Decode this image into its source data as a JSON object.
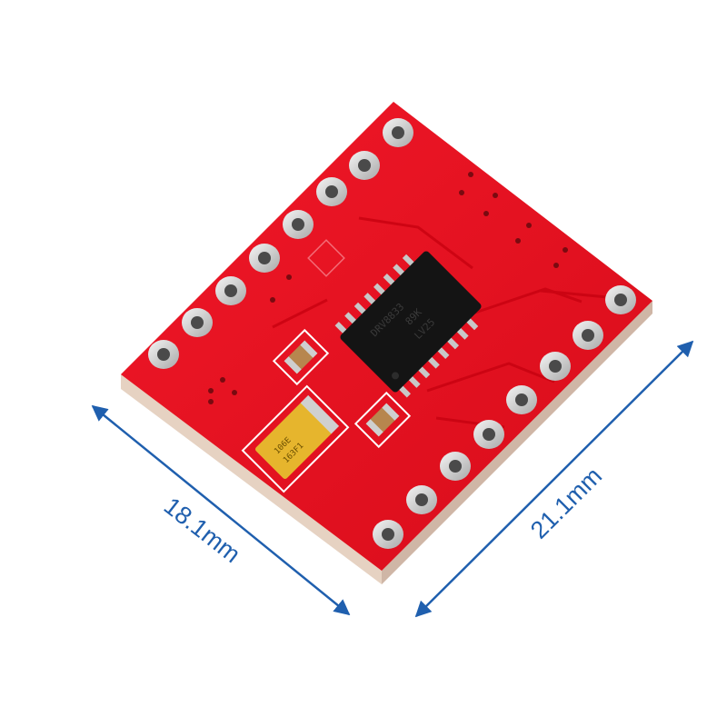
{
  "dimensions": {
    "width_label": "18.1mm",
    "height_label": "21.1mm",
    "color": "#1f5fae"
  },
  "board": {
    "pcb_color": "#e8101e",
    "chip_markings": [
      "DRV8833",
      "89K",
      "LV25"
    ],
    "capacitor_markings": [
      "106E",
      "163F1"
    ]
  }
}
